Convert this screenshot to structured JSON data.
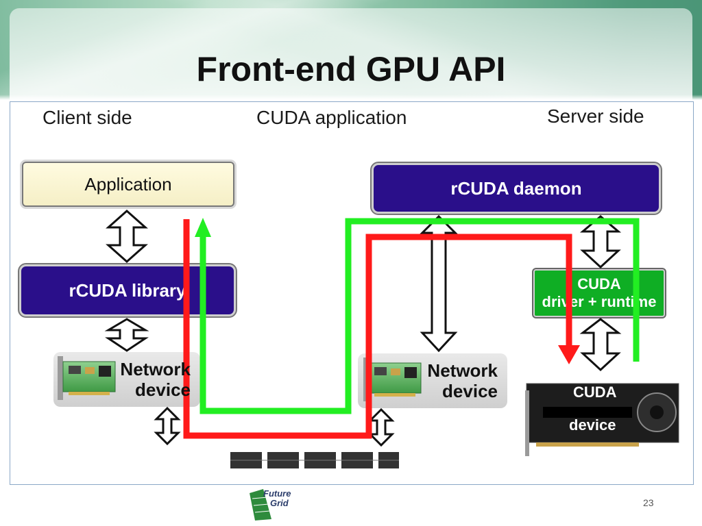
{
  "slide": {
    "title": "Front-end GPU API",
    "page_number": "23"
  },
  "diagram": {
    "client_side_label": "Client side",
    "center_label": "CUDA application",
    "server_side_label": "Server side",
    "application_label": "Application",
    "rcuda_library_label": "rCUDA library",
    "rcuda_daemon_label": "rCUDA daemon",
    "cuda_runtime_line1": "CUDA",
    "cuda_runtime_line2": "driver + runtime",
    "client_network_line1": "Network",
    "client_network_line2": "device",
    "server_network_line1": "Network",
    "server_network_line2": "device",
    "cuda_device_line1": "CUDA",
    "cuda_device_line2": "device",
    "colors": {
      "request_path": "#ff1a1a",
      "response_path": "#22ee22",
      "rcuda_box": "#2a0f8a",
      "cuda_runtime_box": "#0fae24"
    }
  },
  "logo": {
    "line1": "Future",
    "line2": "Grid"
  }
}
